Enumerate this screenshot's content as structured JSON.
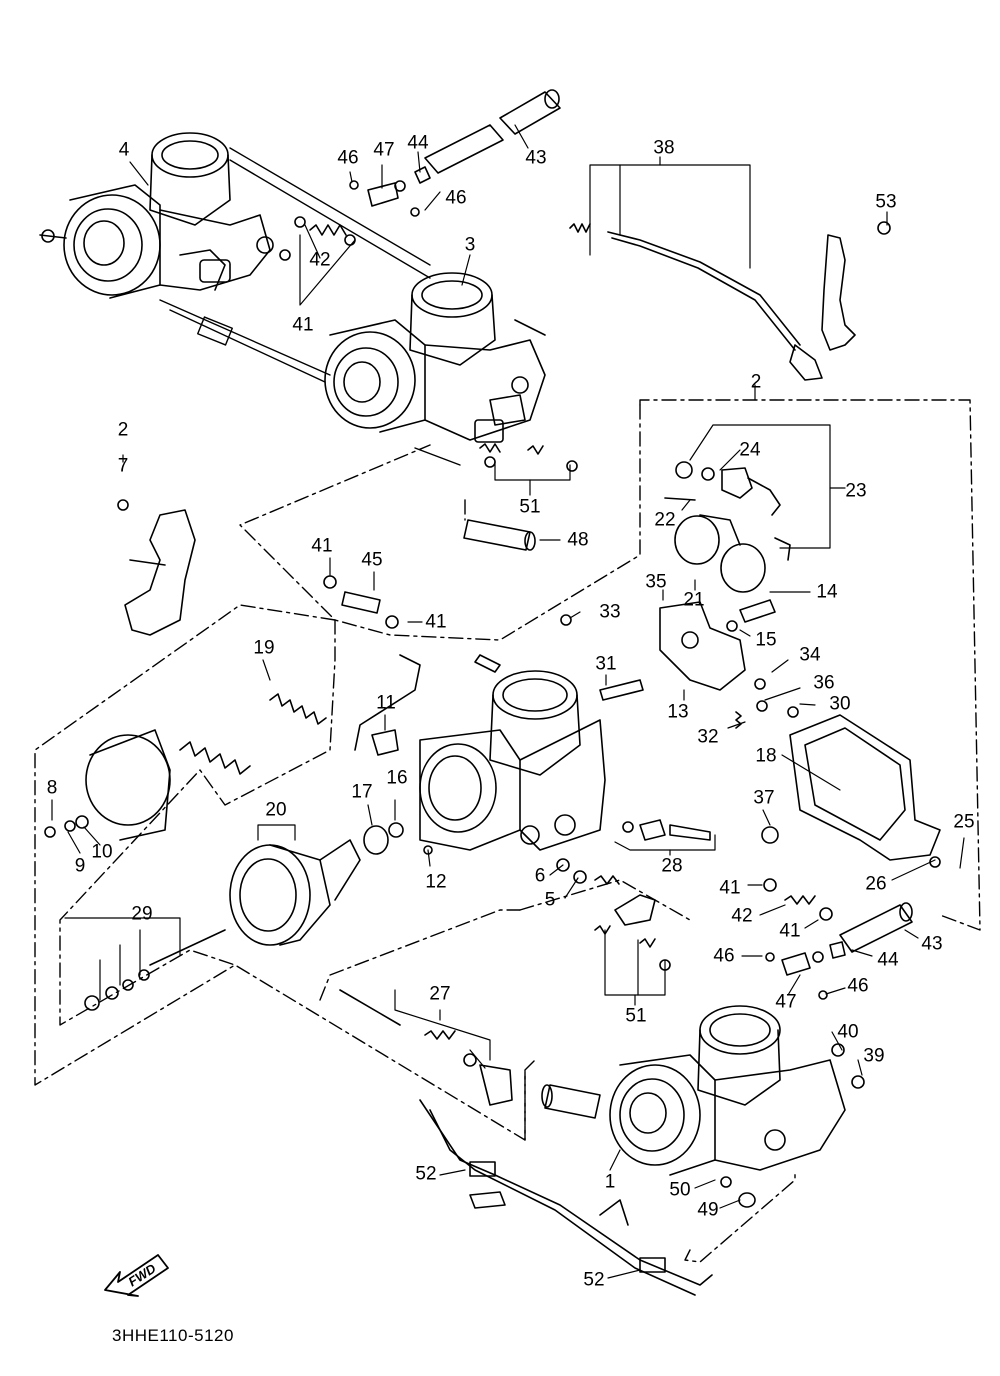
{
  "diagram_code": "3HHE110-5120",
  "fwd_label": "FWD",
  "callouts": [
    {
      "id": "c-4",
      "text": "4"
    },
    {
      "id": "c-46a",
      "text": "46"
    },
    {
      "id": "c-47a",
      "text": "47"
    },
    {
      "id": "c-44a",
      "text": "44"
    },
    {
      "id": "c-46b",
      "text": "46"
    },
    {
      "id": "c-43a",
      "text": "43"
    },
    {
      "id": "c-38",
      "text": "38"
    },
    {
      "id": "c-53",
      "text": "53"
    },
    {
      "id": "c-3",
      "text": "3"
    },
    {
      "id": "c-42a",
      "text": "42"
    },
    {
      "id": "c-41a",
      "text": "41"
    },
    {
      "id": "c-2a",
      "text": "2"
    },
    {
      "id": "c-2b",
      "text": "2"
    },
    {
      "id": "c-24",
      "text": "24"
    },
    {
      "id": "c-23",
      "text": "23"
    },
    {
      "id": "c-7",
      "text": "7"
    },
    {
      "id": "c-51a",
      "text": "51"
    },
    {
      "id": "c-22",
      "text": "22"
    },
    {
      "id": "c-48",
      "text": "48"
    },
    {
      "id": "c-41b",
      "text": "41"
    },
    {
      "id": "c-45",
      "text": "45"
    },
    {
      "id": "c-21",
      "text": "21"
    },
    {
      "id": "c-14",
      "text": "14"
    },
    {
      "id": "c-35",
      "text": "35"
    },
    {
      "id": "c-41c",
      "text": "41"
    },
    {
      "id": "c-33",
      "text": "33"
    },
    {
      "id": "c-15",
      "text": "15"
    },
    {
      "id": "c-19",
      "text": "19"
    },
    {
      "id": "c-31",
      "text": "31"
    },
    {
      "id": "c-34",
      "text": "34"
    },
    {
      "id": "c-36",
      "text": "36"
    },
    {
      "id": "c-11",
      "text": "11"
    },
    {
      "id": "c-13",
      "text": "13"
    },
    {
      "id": "c-30",
      "text": "30"
    },
    {
      "id": "c-32",
      "text": "32"
    },
    {
      "id": "c-18",
      "text": "18"
    },
    {
      "id": "c-8",
      "text": "8"
    },
    {
      "id": "c-17",
      "text": "17"
    },
    {
      "id": "c-16",
      "text": "16"
    },
    {
      "id": "c-37",
      "text": "37"
    },
    {
      "id": "c-20",
      "text": "20"
    },
    {
      "id": "c-25",
      "text": "25"
    },
    {
      "id": "c-9",
      "text": "9"
    },
    {
      "id": "c-10",
      "text": "10"
    },
    {
      "id": "c-12",
      "text": "12"
    },
    {
      "id": "c-28",
      "text": "28"
    },
    {
      "id": "c-6",
      "text": "6"
    },
    {
      "id": "c-26",
      "text": "26"
    },
    {
      "id": "c-5",
      "text": "5"
    },
    {
      "id": "c-41d",
      "text": "41"
    },
    {
      "id": "c-42b",
      "text": "42"
    },
    {
      "id": "c-29",
      "text": "29"
    },
    {
      "id": "c-41e",
      "text": "41"
    },
    {
      "id": "c-43b",
      "text": "43"
    },
    {
      "id": "c-46c",
      "text": "46"
    },
    {
      "id": "c-44b",
      "text": "44"
    },
    {
      "id": "c-46d",
      "text": "46"
    },
    {
      "id": "c-27",
      "text": "27"
    },
    {
      "id": "c-47b",
      "text": "47"
    },
    {
      "id": "c-51b",
      "text": "51"
    },
    {
      "id": "c-40",
      "text": "40"
    },
    {
      "id": "c-39",
      "text": "39"
    },
    {
      "id": "c-52a",
      "text": "52"
    },
    {
      "id": "c-1",
      "text": "1"
    },
    {
      "id": "c-50",
      "text": "50"
    },
    {
      "id": "c-49",
      "text": "49"
    },
    {
      "id": "c-52b",
      "text": "52"
    }
  ]
}
